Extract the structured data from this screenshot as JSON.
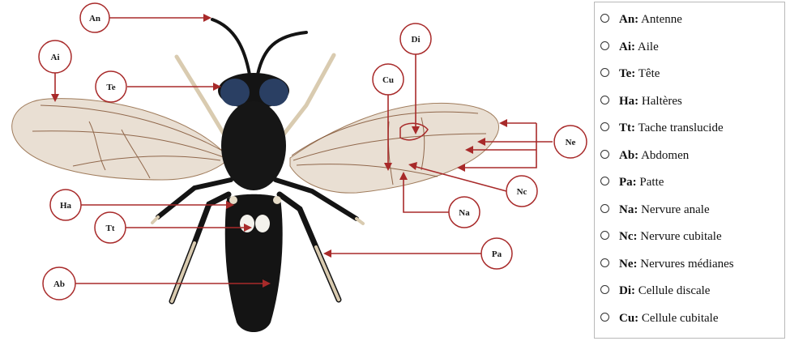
{
  "colors": {
    "callout": "#a82a2a",
    "wing_vein": "#7a4a2a",
    "body": "#141414",
    "eye": "#2a3f63",
    "legs": "#d9cbb0"
  },
  "callouts": {
    "an": "An",
    "ai": "Ai",
    "te": "Te",
    "di": "Di",
    "cu": "Cu",
    "ne": "Ne",
    "ha": "Ha",
    "tt": "Tt",
    "nc": "Nc",
    "na": "Na",
    "pa": "Pa",
    "ab": "Ab"
  },
  "legend": {
    "items": [
      {
        "abbr": "An:",
        "text": " Antenne"
      },
      {
        "abbr": "Ai:",
        "text": " Aile"
      },
      {
        "abbr": "Te:",
        "text": " Tête"
      },
      {
        "abbr": "Ha:",
        "text": " Haltères"
      },
      {
        "abbr": "Tt:",
        "text": " Tache translucide"
      },
      {
        "abbr": "Ab:",
        "text": " Abdomen"
      },
      {
        "abbr": "Pa:",
        "text": " Patte"
      },
      {
        "abbr": "Na:",
        "text": " Nervure anale"
      },
      {
        "abbr": "Nc:",
        "text": " Nervure cubitale"
      },
      {
        "abbr": "Ne:",
        "text": " Nervures médianes"
      },
      {
        "abbr": "Di:",
        "text": " Cellule discale"
      },
      {
        "abbr": "Cu:",
        "text": " Cellule cubitale"
      }
    ]
  }
}
